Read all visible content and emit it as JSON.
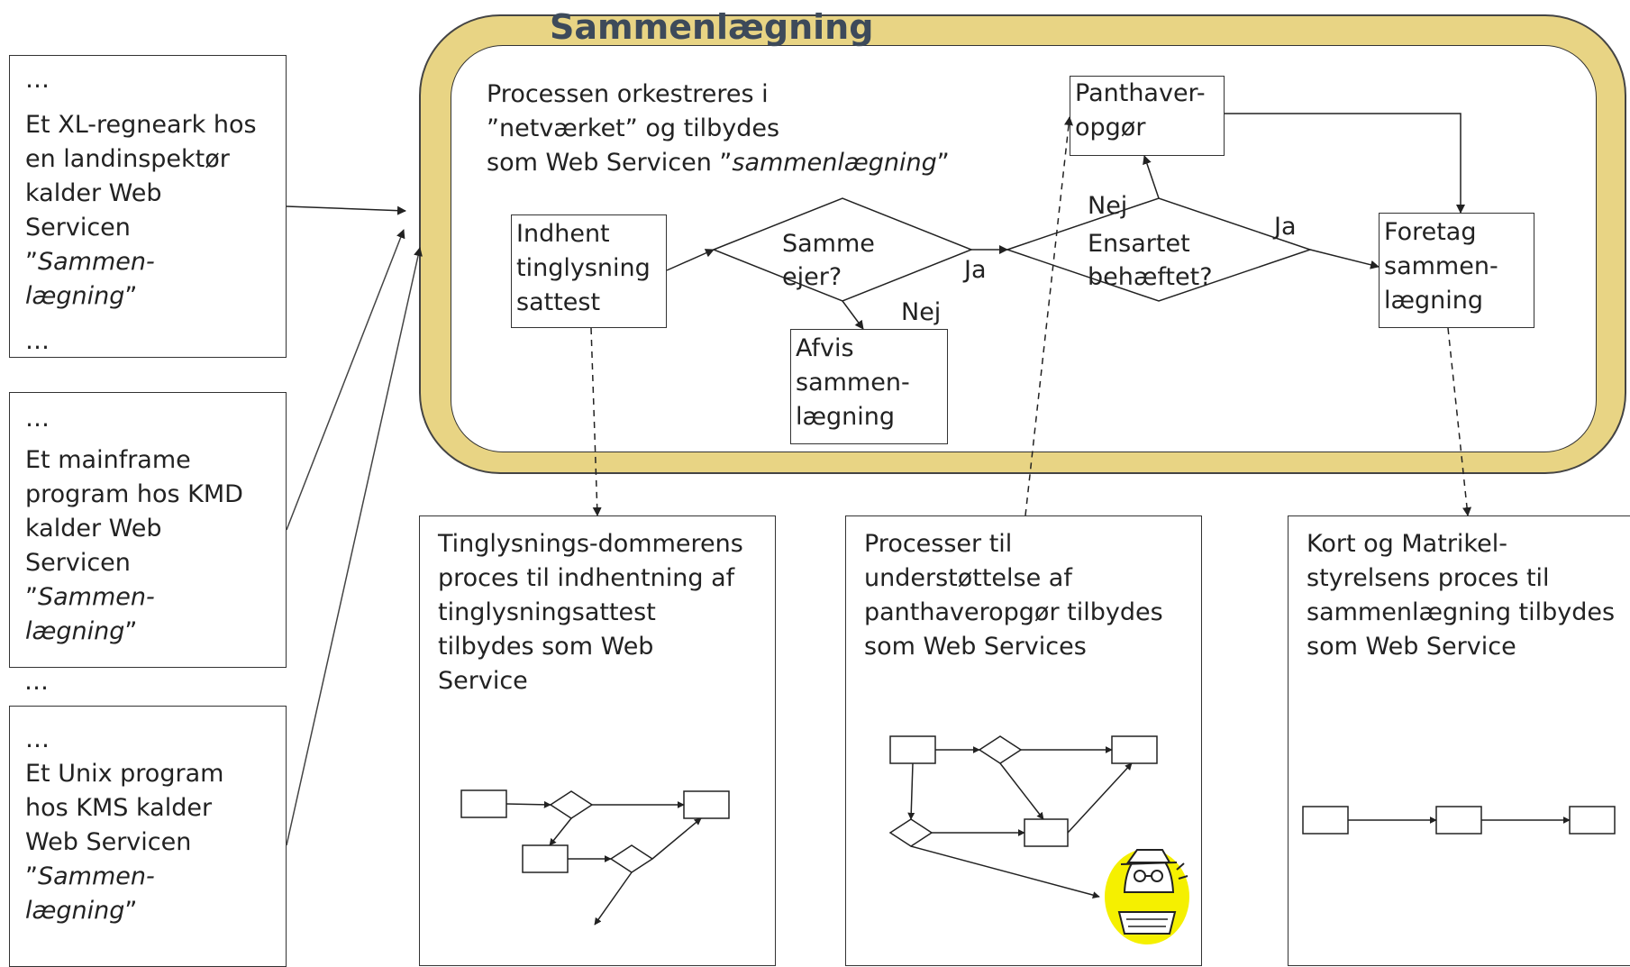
{
  "title": "Sammenlægning",
  "orchestrator": {
    "desc_line1": "Processen orkestreres i",
    "desc_line2": "”netværket” og tilbydes",
    "desc_line3_prefix": "som Web Servicen ”",
    "desc_line3_italic": "sammenlægning",
    "desc_line3_suffix": "”"
  },
  "process": {
    "step1": [
      "Indhent",
      "tinglysning",
      "sattest"
    ],
    "decision1": [
      "Samme",
      "ejer?"
    ],
    "decision1_yes": "Ja",
    "decision1_no": "Nej",
    "reject": [
      "Afvis",
      "sammen-",
      "lægning"
    ],
    "decision2": [
      "Ensartet",
      "behæftet?"
    ],
    "decision2_no": "Nej",
    "decision2_yes": "Ja",
    "panthaver": [
      "Panthaver-",
      "opgør"
    ],
    "foretag": [
      "Foretag",
      "sammen-",
      "lægning"
    ]
  },
  "callers": [
    {
      "ellipsis_top": "…",
      "lines": [
        "Et XL-regneark hos",
        "en landinspektør",
        "kalder Web",
        "Servicen"
      ],
      "italic_q1": "Sammen-",
      "italic_q2": "lægning",
      "ellipsis_bottom": "…"
    },
    {
      "ellipsis_top": "…",
      "lines": [
        "Et mainframe",
        "program hos KMD",
        "kalder Web",
        "Servicen"
      ],
      "italic_q1": "Sammen-",
      "italic_q2": "lægning",
      "ellipsis_bottom": "…"
    },
    {
      "ellipsis_top": "…",
      "lines": [
        "Et Unix program",
        "hos KMS kalder",
        "Web Servicen"
      ],
      "italic_q1": "Sammen-",
      "italic_q2": "lægning"
    }
  ],
  "services": [
    {
      "lines": [
        "Tinglysnings-dommerens",
        "proces til  indhentning af",
        "tinglysningsattest",
        "tilbydes som Web",
        "Service"
      ]
    },
    {
      "lines": [
        "Processer til",
        "understøttelse af",
        "panthaveropgør tilbydes",
        "som Web Services"
      ]
    },
    {
      "lines": [
        "Kort og Matrikel-",
        "styrelsens proces til",
        "sammenlægning tilbydes",
        "som Web Service"
      ]
    }
  ],
  "icons": {
    "person": "detective-at-typewriter-icon"
  },
  "colors": {
    "ring": "#e8d484",
    "title": "#3d4a5a",
    "clipart_bg": "#f5f000"
  }
}
